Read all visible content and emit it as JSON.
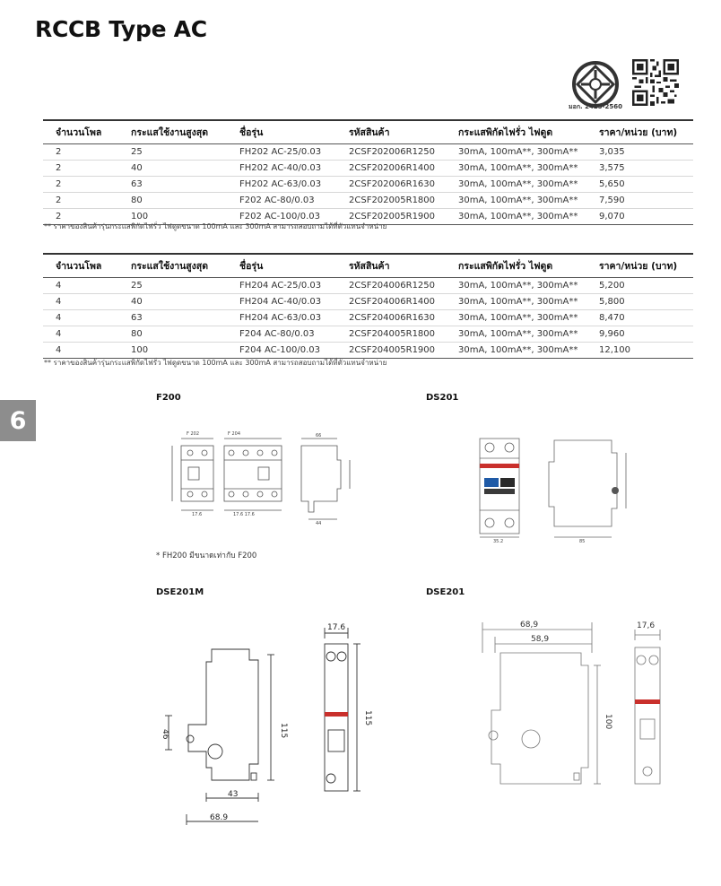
{
  "page": {
    "title": "RCCB Type AC",
    "tab_number": "6",
    "cert_code": "มอก. 2425-2560"
  },
  "table1": {
    "headers": [
      "จำนวนโพล",
      "กระแสใช้งานสูงสุด",
      "ชื่อรุ่น",
      "รหัสสินค้า",
      "กระแสพิกัดไฟรั่ว ไฟดูด",
      "ราคา/หน่วย (บาท)"
    ],
    "rows": [
      [
        "2",
        "25",
        "FH202 AC-25/0.03",
        "2CSF202006R1250",
        "30mA, 100mA**, 300mA**",
        "3,035"
      ],
      [
        "2",
        "40",
        "FH202 AC-40/0.03",
        "2CSF202006R1400",
        "30mA, 100mA**, 300mA**",
        "3,575"
      ],
      [
        "2",
        "63",
        "FH202 AC-63/0.03",
        "2CSF202006R1630",
        "30mA, 100mA**, 300mA**",
        "5,650"
      ],
      [
        "2",
        "80",
        "F202 AC-80/0.03",
        "2CSF202005R1800",
        "30mA, 100mA**, 300mA**",
        "7,590"
      ],
      [
        "2",
        "100",
        "F202 AC-100/0.03",
        "2CSF202005R1900",
        "30mA, 100mA**, 300mA**",
        "9,070"
      ]
    ],
    "note": "** ราคาของสินค้ารุ่นกระแสพิกัดไฟรั่ว ไฟดูดขนาด 100mA และ 300mA สามารถสอบถามได้ที่ตัวแทนจำหน่าย"
  },
  "table2": {
    "headers": [
      "จำนวนโพล",
      "กระแสใช้งานสูงสุด",
      "ชื่อรุ่น",
      "รหัสสินค้า",
      "กระแสพิกัดไฟรั่ว ไฟดูด",
      "ราคา/หน่วย (บาท)"
    ],
    "rows": [
      [
        "4",
        "25",
        "FH204 AC-25/0.03",
        "2CSF204006R1250",
        "30mA,  100mA**, 300mA**",
        "5,200"
      ],
      [
        "4",
        "40",
        "FH204 AC-40/0.03",
        "2CSF204006R1400",
        "30mA,  100mA**, 300mA**",
        "5,800"
      ],
      [
        "4",
        "63",
        "FH204 AC-63/0.03",
        "2CSF204006R1630",
        "30mA,  100mA**, 300mA**",
        "8,470"
      ],
      [
        "4",
        "80",
        "F204   AC-80/0.03",
        "2CSF204005R1800",
        "30mA,  100mA**, 300mA**",
        "9,960"
      ],
      [
        "4",
        "100",
        "F204   AC-100/0.03",
        "2CSF204005R1900",
        "30mA,  100mA**, 300mA**",
        "12,100"
      ]
    ],
    "note": "** ราคาของสินค้ารุ่นกระแสพิกัดไฟรั่ว ไฟดูดขนาด 100mA และ 300mA สามารถสอบถามได้ที่ตัวแทนจำหน่าย"
  },
  "drawings": {
    "f200": {
      "label": "F200",
      "note": "* FH200 มีขนาดเท่ากับ F200"
    },
    "ds201": {
      "label": "DS201"
    },
    "dse201m": {
      "label": "DSE201M",
      "dims": {
        "width_top": "17.6",
        "height": "115",
        "height2": "115",
        "height_46": "46",
        "depth_43": "43",
        "depth_689": "68.9"
      }
    },
    "dse201": {
      "label": "DSE201",
      "dims": {
        "d689": "68,9",
        "d589": "58,9",
        "w176": "17,6",
        "h100": "100"
      }
    }
  }
}
